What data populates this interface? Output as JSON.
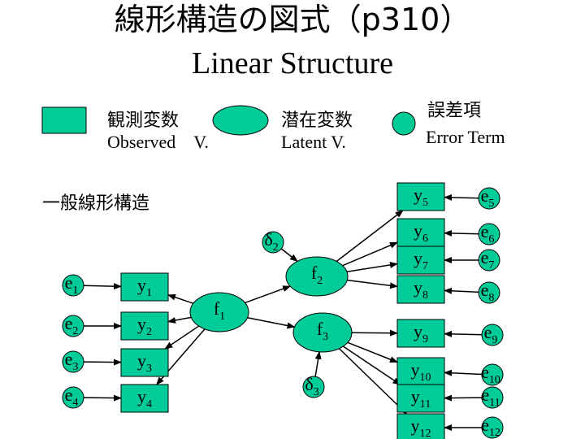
{
  "title": {
    "line1": "線形構造の図式（p310）",
    "line2": "Linear Structure"
  },
  "legend": {
    "observed_jp": "観測変数",
    "observed_en": "Observed　V.",
    "latent_jp": "潜在変数",
    "latent_en": "Latent V.",
    "error_jp": "誤差項",
    "error_en": "Error Term"
  },
  "section_label": "一般線形構造",
  "colors": {
    "node_fill": "#00cc99",
    "stroke": "#000000",
    "background": "#ffffff"
  },
  "nodes": {
    "y1": {
      "base": "y",
      "sub": "1"
    },
    "y2": {
      "base": "y",
      "sub": "2"
    },
    "y3": {
      "base": "y",
      "sub": "3"
    },
    "y4": {
      "base": "y",
      "sub": "4"
    },
    "y5": {
      "base": "y",
      "sub": "5"
    },
    "y6": {
      "base": "y",
      "sub": "6"
    },
    "y7": {
      "base": "y",
      "sub": "7"
    },
    "y8": {
      "base": "y",
      "sub": "8"
    },
    "y9": {
      "base": "y",
      "sub": "9"
    },
    "y10": {
      "base": "y",
      "sub": "10"
    },
    "y11": {
      "base": "y",
      "sub": "11"
    },
    "y12": {
      "base": "y",
      "sub": "12"
    },
    "f1": {
      "base": "f",
      "sub": "1"
    },
    "f2": {
      "base": "f",
      "sub": "2"
    },
    "f3": {
      "base": "f",
      "sub": "3"
    },
    "d2": {
      "base": "δ",
      "sub": "2"
    },
    "d3": {
      "base": "δ",
      "sub": "3"
    },
    "e1": {
      "base": "e",
      "sub": "1"
    },
    "e2": {
      "base": "e",
      "sub": "2"
    },
    "e3": {
      "base": "e",
      "sub": "3"
    },
    "e4": {
      "base": "e",
      "sub": "4"
    },
    "e5": {
      "base": "e",
      "sub": "5"
    },
    "e6": {
      "base": "e",
      "sub": "6"
    },
    "e7": {
      "base": "e",
      "sub": "7"
    },
    "e8": {
      "base": "e",
      "sub": "8"
    },
    "e9": {
      "base": "e",
      "sub": "9"
    },
    "e10": {
      "base": "e",
      "sub": "10"
    },
    "e11": {
      "base": "e",
      "sub": "11"
    },
    "e12": {
      "base": "e",
      "sub": "12"
    }
  }
}
